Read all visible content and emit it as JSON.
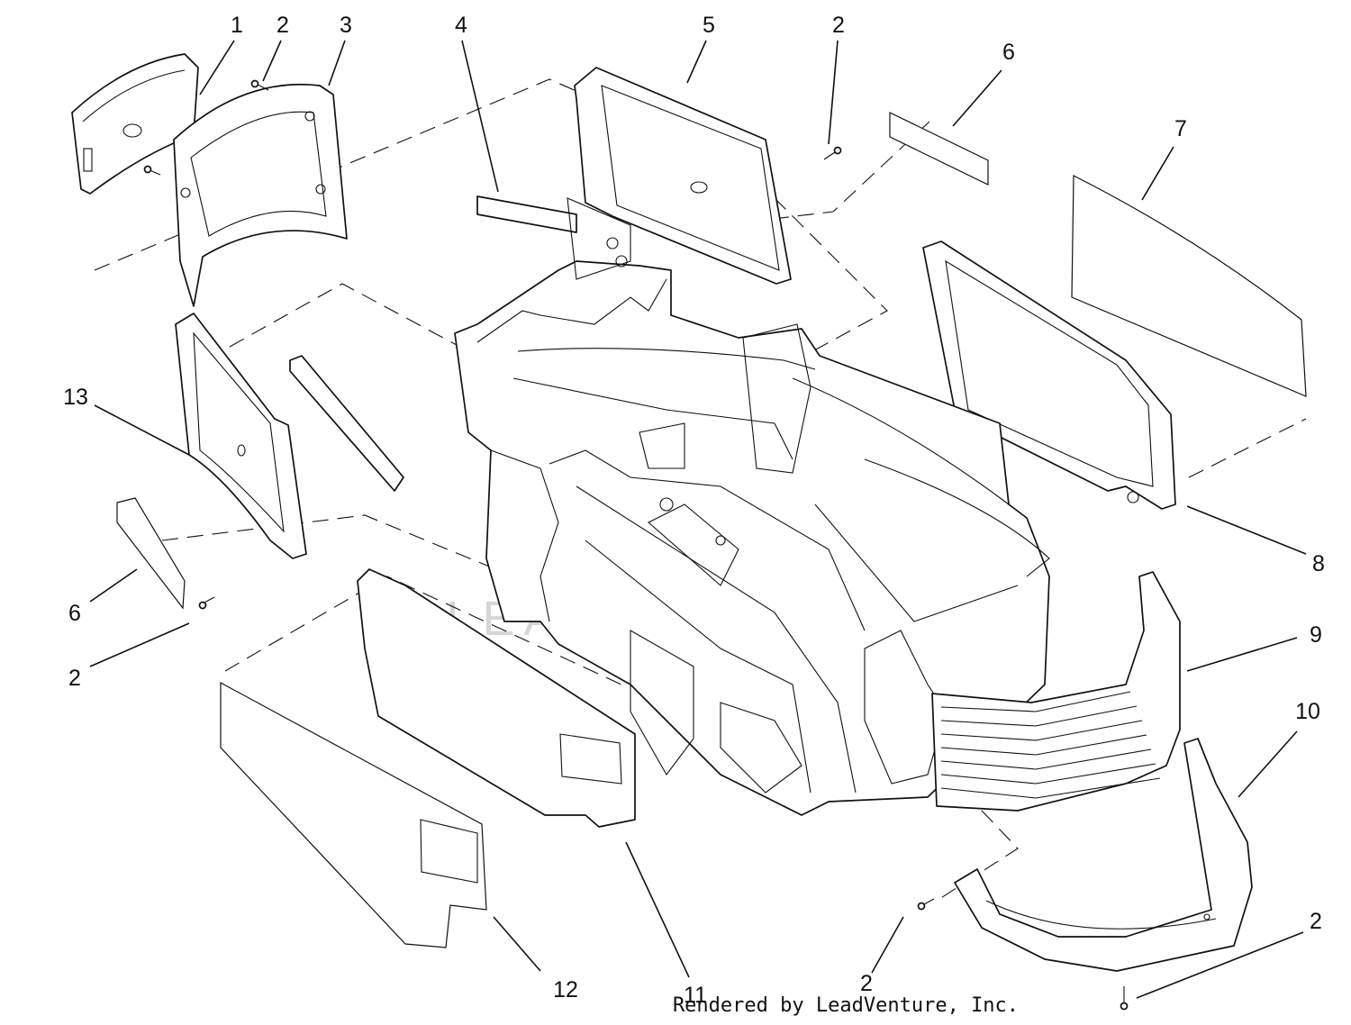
{
  "diagram": {
    "callouts": [
      {
        "id": "c1",
        "label": "1"
      },
      {
        "id": "c2a",
        "label": "2"
      },
      {
        "id": "c3",
        "label": "3"
      },
      {
        "id": "c4",
        "label": "4"
      },
      {
        "id": "c5",
        "label": "5"
      },
      {
        "id": "c2b",
        "label": "2"
      },
      {
        "id": "c6a",
        "label": "6"
      },
      {
        "id": "c7",
        "label": "7"
      },
      {
        "id": "c13",
        "label": "13"
      },
      {
        "id": "c8",
        "label": "8"
      },
      {
        "id": "c6b",
        "label": "6"
      },
      {
        "id": "c9",
        "label": "9"
      },
      {
        "id": "c2c",
        "label": "2"
      },
      {
        "id": "c10",
        "label": "10"
      },
      {
        "id": "c2d",
        "label": "2"
      },
      {
        "id": "c12",
        "label": "12"
      },
      {
        "id": "c11",
        "label": "11"
      },
      {
        "id": "c2e",
        "label": "2"
      }
    ],
    "credit": "Rendered by LeadVenture, Inc.",
    "watermark": "LEADVENTURE"
  }
}
